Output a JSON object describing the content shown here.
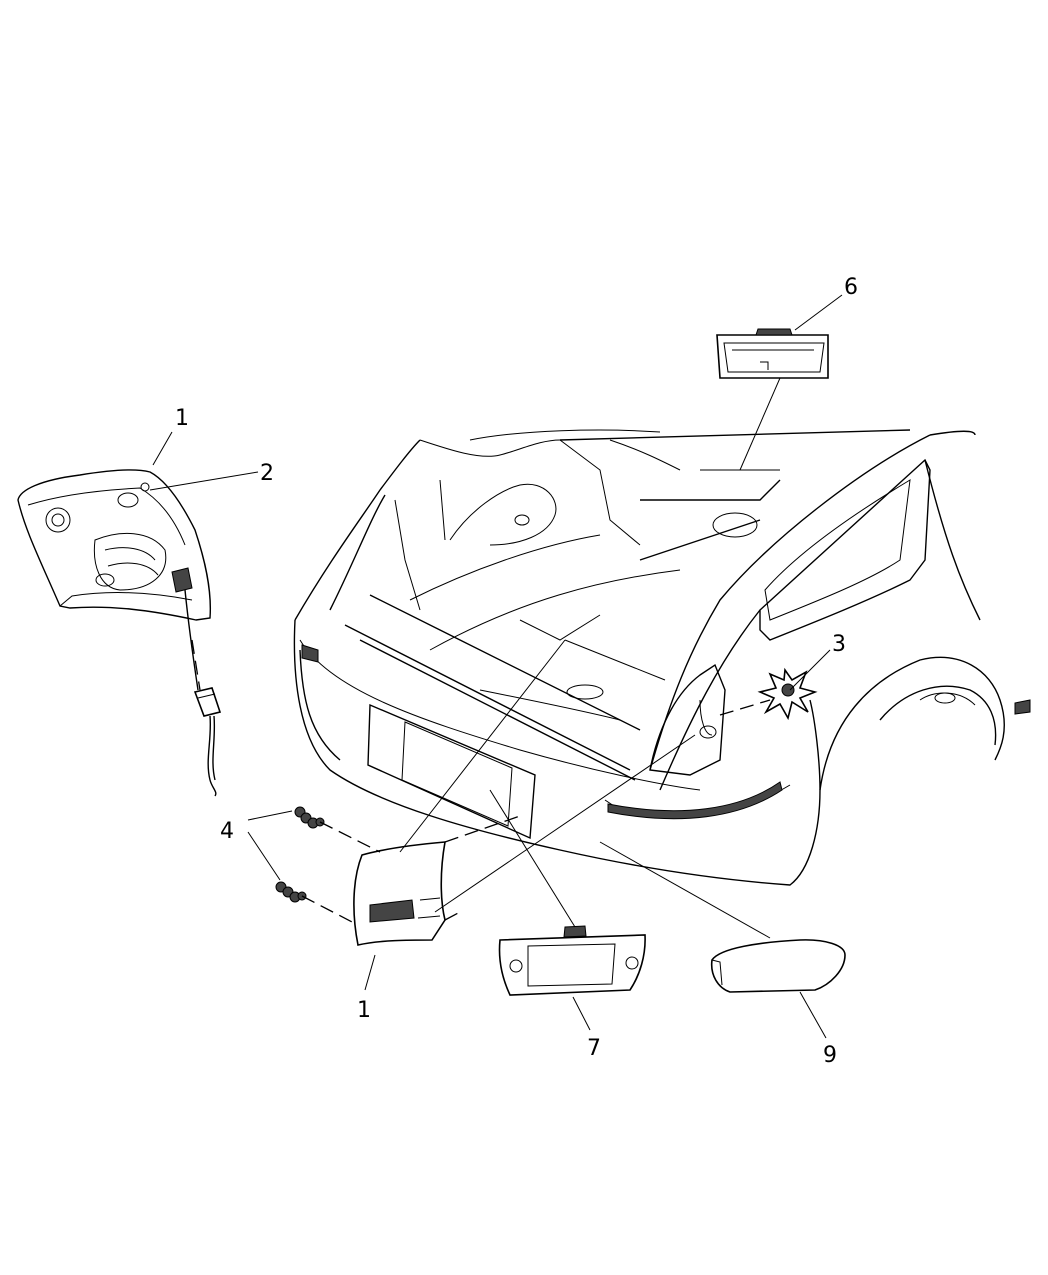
{
  "callouts": {
    "c1_top": "1",
    "c2": "2",
    "c3": "3",
    "c4": "4",
    "c1_bottom": "1",
    "c6": "6",
    "c7": "7",
    "c9": "9"
  }
}
